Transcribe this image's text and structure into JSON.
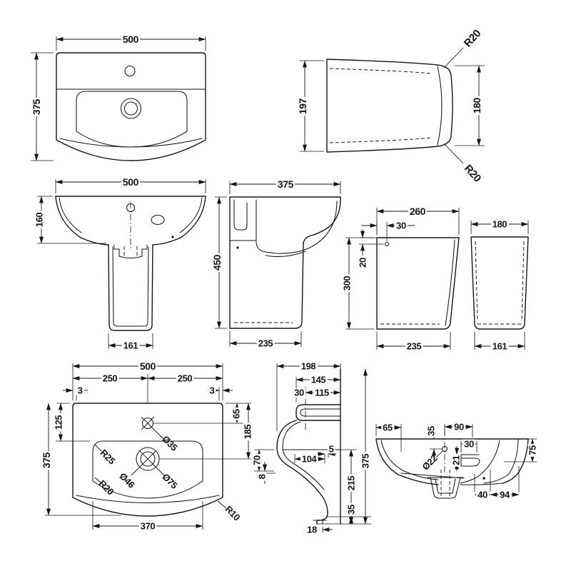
{
  "drawing": {
    "top_view": {
      "width": "500",
      "depth": "375"
    },
    "rim_profile": {
      "back_height": "197",
      "front_height": "180",
      "corner_radius_top": "R20",
      "corner_radius_bottom": "R20"
    },
    "front_view": {
      "width": "500",
      "rim_height": "160",
      "pedestal_width": "161"
    },
    "side_view": {
      "depth": "375",
      "height": "450",
      "pedestal_depth": "235"
    },
    "pedestal_side_view": {
      "top_depth": "260",
      "hole_offset": "30",
      "hole_drop": "20",
      "height": "300",
      "base_depth": "235"
    },
    "pedestal_front_view": {
      "top_width": "180",
      "base_width": "161"
    },
    "plan_detail": {
      "width": "500",
      "half_left": "250",
      "half_right": "250",
      "edge_left": "3",
      "edge_right": "3",
      "tap_setback": "125",
      "depth": "375",
      "tap_offset": "65",
      "drain_setback": "185",
      "tap_hole_dia": "Ø35",
      "bowl_radius_top": "R25",
      "bowl_radius_bottom": "R20",
      "drain_dia_inner": "Ø46",
      "drain_dia_outer": "Ø75",
      "front_radius": "R10",
      "bowl_width": "370"
    },
    "side_section": {
      "depth": "198",
      "rim_depth": "145",
      "offset_30": "30",
      "offset_115": "115",
      "bowl_depth": "104",
      "gap_5": "5",
      "height_70": "70",
      "height_8": "8",
      "height_215": "215",
      "height_375": "375",
      "height_35": "35",
      "outlet_18": "18"
    },
    "front_section": {
      "offset_65": "65",
      "drop_35": "35",
      "offset_90": "90",
      "overflow_dia": "Ø22",
      "slot_width": "30",
      "slot_height": "21",
      "drop_75": "75",
      "offset_40": "40",
      "offset_94": "94"
    }
  }
}
